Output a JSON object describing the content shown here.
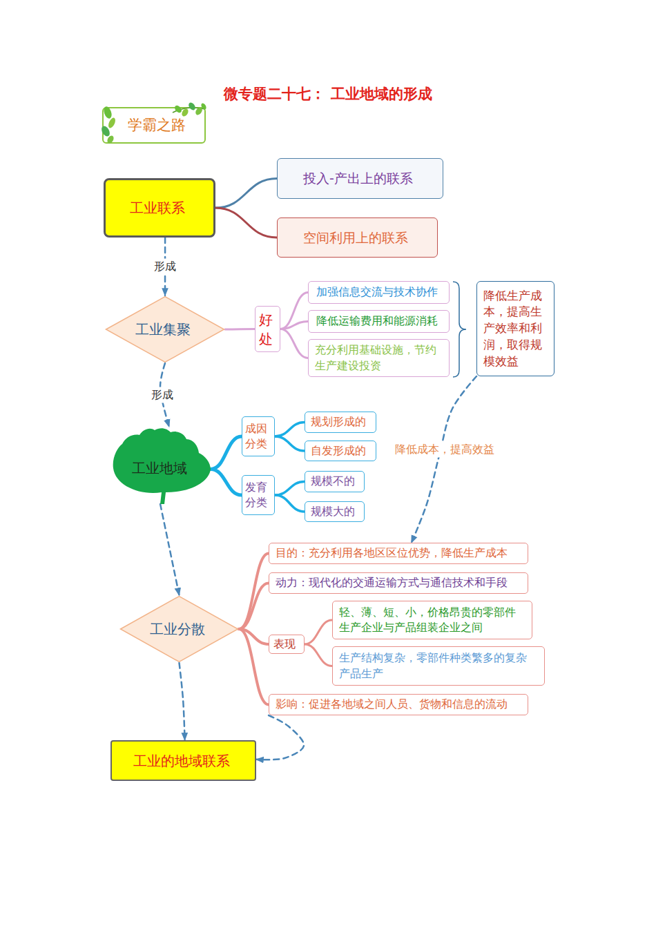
{
  "diagram": {
    "title": "微专题二十七： 工业地域的形成",
    "nodes": [
      {
        "text": [
          "学霸之路"
        ]
      },
      {
        "text": [
          "工业联系"
        ]
      },
      {
        "text": [
          "投入-产出上的联系"
        ]
      },
      {
        "text": [
          "空间利用上的联系"
        ]
      },
      {
        "text": [
          "工业集聚"
        ]
      },
      {
        "text": [
          "好 处"
        ]
      },
      {
        "text": [
          "加强信息交流与技术协作"
        ]
      },
      {
        "text": [
          "降低运输费用和能源消耗"
        ]
      },
      {
        "text": [
          "充分利用基础设施，节约 生产建设投资"
        ]
      },
      {
        "text": [
          "降低生产成 本，提高生 产效率和利 润，取得规 模效益"
        ]
      },
      {
        "text": [
          "工业地域"
        ]
      },
      {
        "text": [
          "成因 分类"
        ]
      },
      {
        "text": [
          "规划形成的"
        ]
      },
      {
        "text": [
          "自发形成的"
        ]
      },
      {
        "text": [
          "发育 分类"
        ]
      },
      {
        "text": [
          "规模不的"
        ]
      },
      {
        "text": [
          "规模大的"
        ]
      },
      {
        "text": [
          "工业分散"
        ]
      },
      {
        "text": [
          "目的：充分利用各地区区位优势，降低生产成本"
        ]
      },
      {
        "text": [
          "动力：现代化的交通运输方式与通信技术和手段"
        ]
      },
      {
        "text": [
          "表现"
        ]
      },
      {
        "text": [
          "轻、薄、短、小，价格昂贵的零部件 生产企业与产品组装企业之间"
        ]
      },
      {
        "text": [
          "生产结构复杂，零部件种类繁多的复杂 产品生产"
        ]
      },
      {
        "text": [
          "影响：促进各地域之间人员、货物和信息的流动"
        ]
      },
      {
        "text": [
          "工业的地域联系"
        ]
      }
    ],
    "edges": [
      {
        "from": 1,
        "to": 2,
        "arrow": "none"
      },
      {
        "from": 1,
        "to": 3,
        "arrow": "none"
      },
      {
        "from": 1,
        "to": 4,
        "label": "形成",
        "arrow": "to"
      },
      {
        "from": 4,
        "to": 5,
        "arrow": "none"
      },
      {
        "from": 5,
        "to": 6,
        "arrow": "none"
      },
      {
        "from": 5,
        "to": 7,
        "arrow": "none"
      },
      {
        "from": 5,
        "to": 8,
        "arrow": "none"
      },
      {
        "from": 4,
        "to": 10,
        "label": "形成",
        "arrow": "to"
      },
      {
        "from": 10,
        "to": 11,
        "arrow": "none"
      },
      {
        "from": 10,
        "to": 14,
        "arrow": "none"
      },
      {
        "from": 11,
        "to": 12,
        "arrow": "none"
      },
      {
        "from": 11,
        "to": 13,
        "arrow": "none"
      },
      {
        "from": 14,
        "to": 15,
        "arrow": "none"
      },
      {
        "from": 14,
        "to": 16,
        "arrow": "none"
      },
      {
        "from": 9,
        "to": 18,
        "label": "降低成本，提高效益",
        "arrow": "to"
      },
      {
        "from": 10,
        "to": 17,
        "arrow": "to"
      },
      {
        "from": 17,
        "to": 18,
        "arrow": "none"
      },
      {
        "from": 17,
        "to": 19,
        "arrow": "none"
      },
      {
        "from": 17,
        "to": 20,
        "arrow": "none"
      },
      {
        "from": 17,
        "to": 23,
        "arrow": "none"
      },
      {
        "from": 20,
        "to": 21,
        "arrow": "none"
      },
      {
        "from": 20,
        "to": 22,
        "arrow": "none"
      },
      {
        "from": 17,
        "to": 24,
        "arrow": "to"
      },
      {
        "from": 23,
        "to": 24,
        "arrow": "to"
      }
    ]
  }
}
